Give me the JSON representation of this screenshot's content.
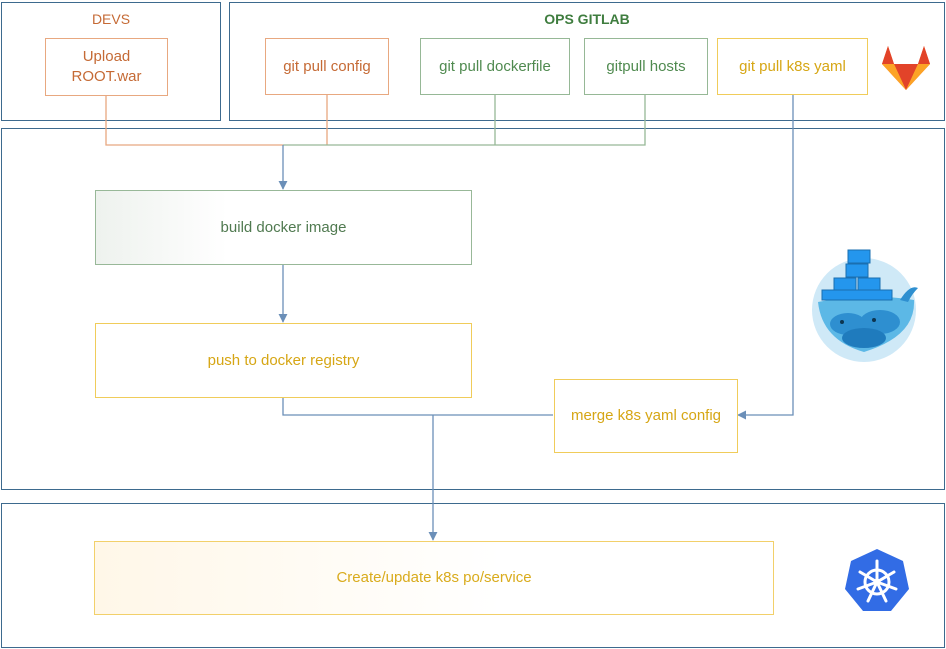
{
  "panels": {
    "devs_title": "DEVS",
    "ops_title": "OPS GITLAB"
  },
  "nodes": {
    "upload": "Upload\nROOT.war",
    "git_pull_config": "git pull config",
    "git_pull_dockerfile": "git pull dockerfile",
    "gitpull_hosts": "gitpull hosts",
    "git_pull_k8s_yaml": "git pull k8s yaml",
    "build_docker_image": "build docker image",
    "push_to_docker_registry": "push to docker registry",
    "merge_k8s_yaml_config": "merge k8s yaml config",
    "create_update_k8s": "Create/update k8s po/service"
  },
  "colors": {
    "panel_border": "#3d6a8e",
    "arrow": "#6b8fb8",
    "orange_text": "#c56a35",
    "green_text": "#4f8a4f",
    "yellow_text": "#d6a614",
    "gitlab": "#e2432a",
    "docker": "#2496ed",
    "kubernetes": "#326ce5"
  },
  "icons": [
    "gitlab-icon",
    "docker-whale-icon",
    "kubernetes-icon"
  ]
}
